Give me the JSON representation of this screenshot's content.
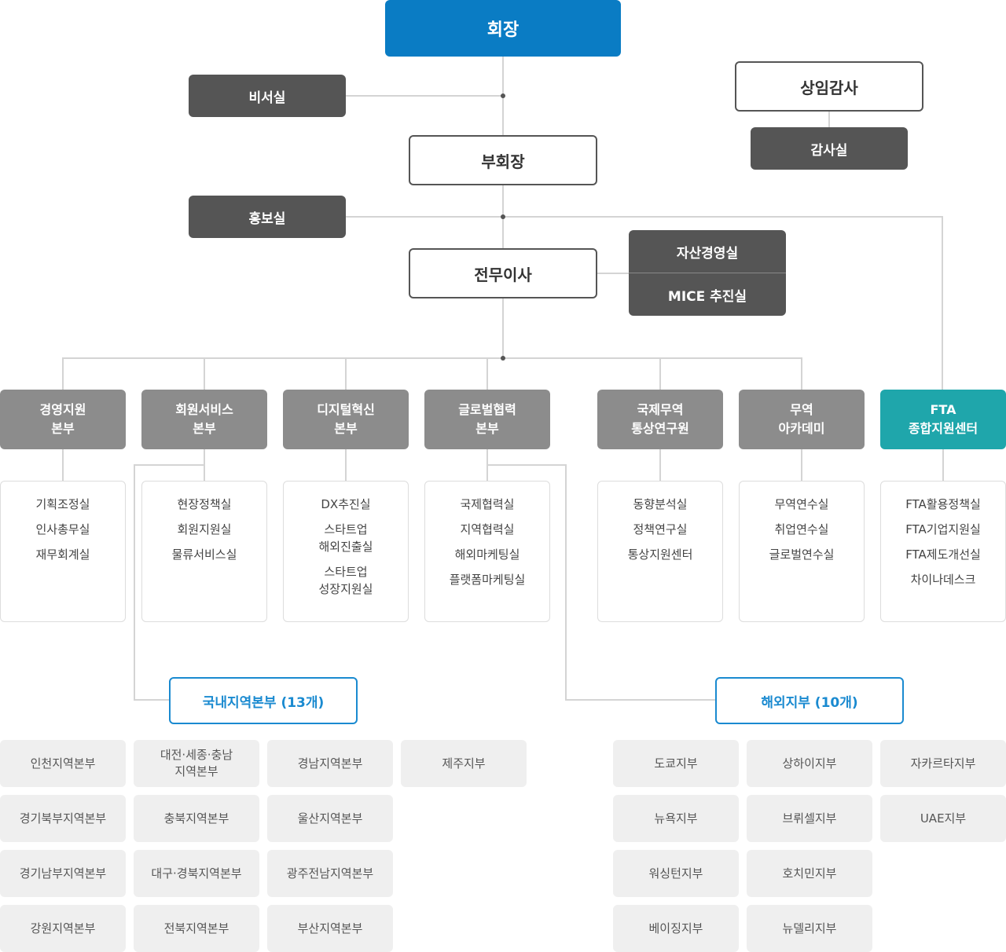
{
  "chairman": "회장",
  "secretariat": "비서실",
  "auditor": "상임감사",
  "audit_office": "감사실",
  "vice_chairman": "부회장",
  "pr_office": "홍보실",
  "executive_director": "전무이사",
  "asset_mgmt": "자산경영실",
  "mice": "MICE 추진실",
  "divisions": [
    {
      "name": "경영지원\n본부",
      "subs": [
        "기획조정실",
        "인사총무실",
        "재무회계실"
      ]
    },
    {
      "name": "회원서비스\n본부",
      "subs": [
        "현장정책실",
        "회원지원실",
        "물류서비스실"
      ]
    },
    {
      "name": "디지털혁신\n본부",
      "subs": [
        "DX추진실",
        "스타트업\n해외진출실",
        "스타트업\n성장지원실"
      ]
    },
    {
      "name": "글로벌협력\n본부",
      "subs": [
        "국제협력실",
        "지역협력실",
        "해외마케팅실",
        "플랫폼마케팅실"
      ]
    },
    {
      "name": "국제무역\n통상연구원",
      "subs": [
        "동향분석실",
        "정책연구실",
        "통상지원센터"
      ]
    },
    {
      "name": "무역\n아카데미",
      "subs": [
        "무역연수실",
        "취업연수실",
        "글로벌연수실"
      ]
    },
    {
      "name": "FTA\n종합지원센터",
      "subs": [
        "FTA활용정책실",
        "FTA기업지원실",
        "FTA제도개선실",
        "차이나데스크"
      ]
    }
  ],
  "domestic": {
    "title": "국내지역본부 (13개)",
    "columns": [
      [
        "인천지역본부",
        "경기북부지역본부",
        "경기남부지역본부",
        "강원지역본부"
      ],
      [
        "대전·세종·충남\n지역본부",
        "충북지역본부",
        "대구·경북지역본부",
        "전북지역본부"
      ],
      [
        "경남지역본부",
        "울산지역본부",
        "광주전남지역본부",
        "부산지역본부"
      ],
      [
        "제주지부"
      ]
    ]
  },
  "overseas": {
    "title": "해외지부 (10개)",
    "columns": [
      [
        "도쿄지부",
        "뉴욕지부",
        "워싱턴지부",
        "베이징지부"
      ],
      [
        "상하이지부",
        "브뤼셀지부",
        "호치민지부",
        "뉴델리지부"
      ],
      [
        "자카르타지부",
        "UAE지부"
      ]
    ]
  }
}
